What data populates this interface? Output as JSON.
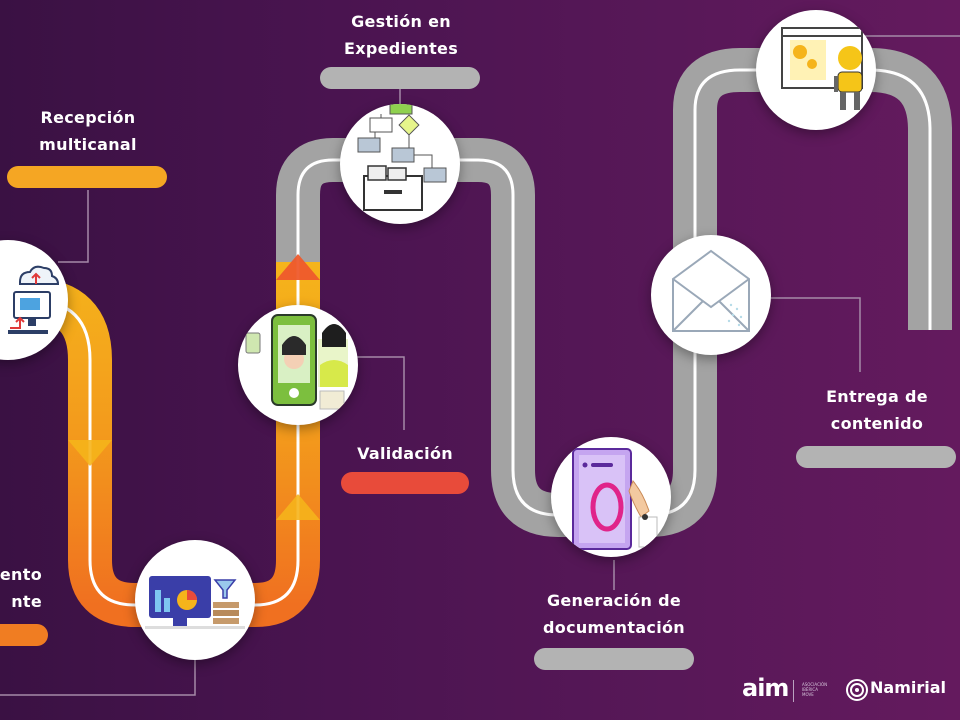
{
  "steps": {
    "recepcion": {
      "line1": "Recepción",
      "line2": "multicanal",
      "color": "#f5a623"
    },
    "gestion": {
      "line1": "Gestión en",
      "line2": "Expedientes",
      "color": "#b3b3b3"
    },
    "validacion": {
      "line1": "Validación",
      "color": "#e84b3a"
    },
    "generacion": {
      "line1": "Generación de",
      "line2": "documentación",
      "color": "#b3b3b3"
    },
    "entrega": {
      "line1": "Entrega de",
      "line2": "contenido",
      "color": "#b3b3b3"
    },
    "tratamiento": {
      "line1": "ento",
      "line2": "nte",
      "color": "#f07d22"
    }
  },
  "colors": {
    "road_orange": "#f07d22",
    "road_yellow": "#f5b41b",
    "road_red": "#e8402f",
    "road_gray": "#a6a6a6",
    "background": "#4a1450"
  },
  "icons": {
    "recepcion": "cloud-upload-monitor-icon",
    "analytics": "analytics-dashboard-icon",
    "validacion": "identity-verification-phone-icon",
    "gestion": "file-organization-flowchart-icon",
    "generacion": "document-signing-icon",
    "entrega": "envelope-icon",
    "robot": "robot-automation-icon"
  },
  "logos": {
    "aim": "aim",
    "aim_sub": "ASOCIACIÓN IBÉRICA MOVE",
    "namirial": "Namirial"
  }
}
